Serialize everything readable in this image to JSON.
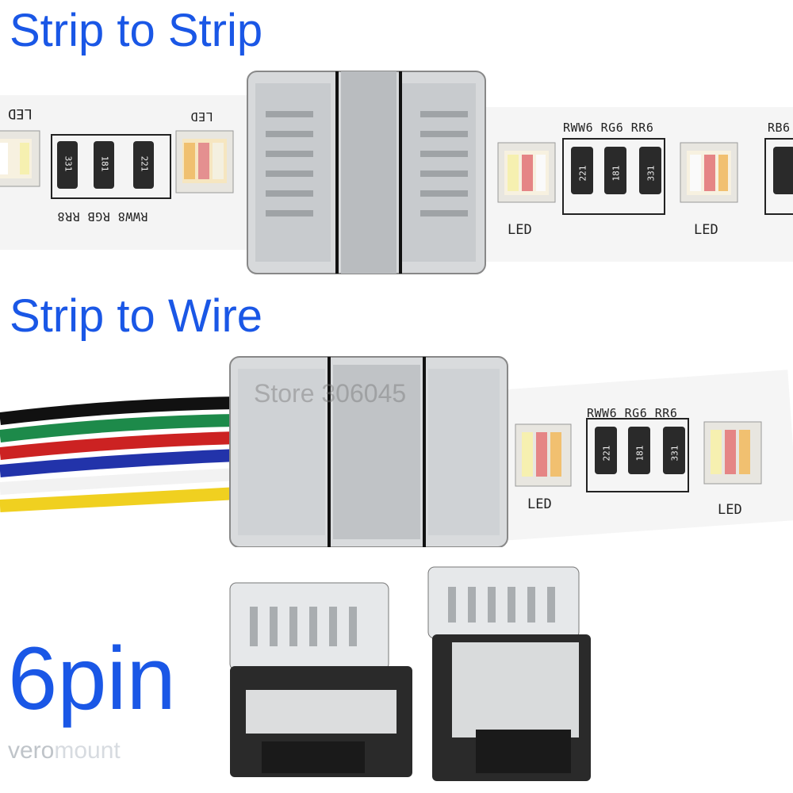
{
  "headings": {
    "strip_to_strip": "Strip to Strip",
    "strip_to_wire": "Strip to Wire",
    "pin_count": "6pin"
  },
  "top_strip": {
    "left_labels": {
      "led_mirrored": "LED",
      "group": "RWW8 RGB RR8"
    },
    "left_resistors": [
      "331",
      "181",
      "221"
    ],
    "right_labels": {
      "group": "RWW6 RG6 RR6",
      "group2": "RB6"
    },
    "right_resistors": [
      "221",
      "181",
      "331"
    ],
    "led_label": "LED"
  },
  "bottom_strip": {
    "group": "RWW6 RG6 RR6",
    "resistors": [
      "221",
      "181",
      "331"
    ],
    "led_label": "LED"
  },
  "watermark": {
    "store": "Store 306045",
    "brand_part1": "vero",
    "brand_part2": "mount"
  },
  "colors": {
    "heading": "#1a57e6",
    "strip": "#f4f4f4",
    "wire_colors": [
      "#111111",
      "#1d8a4a",
      "#cc2222",
      "#2233aa",
      "#f2f2f2",
      "#f0d020"
    ]
  },
  "icons": [
    "connector-clip-icon",
    "led-chip-icon",
    "resistor-icon"
  ]
}
